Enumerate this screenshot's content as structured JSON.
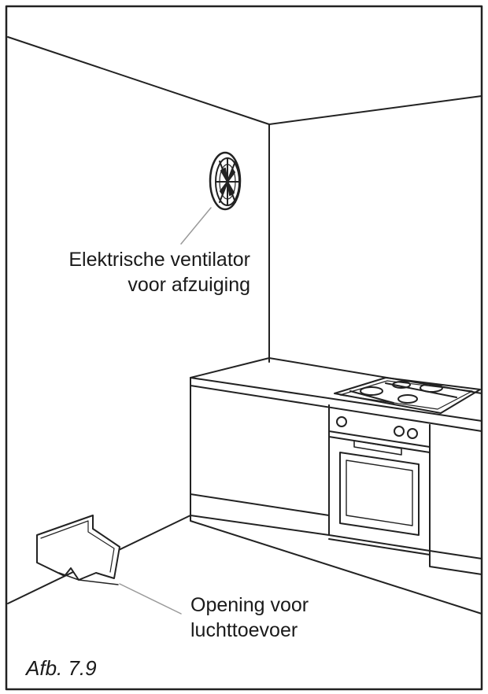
{
  "labels": {
    "fan_line1": "Elektrische ventilator",
    "fan_line2": "voor afzuiging",
    "inlet_line1": "Opening voor",
    "inlet_line2": "luchttoevoer"
  },
  "caption": "Afb. 7.9",
  "colors": {
    "line": "#222222",
    "leader": "#9a9a9a",
    "background": "#ffffff"
  }
}
